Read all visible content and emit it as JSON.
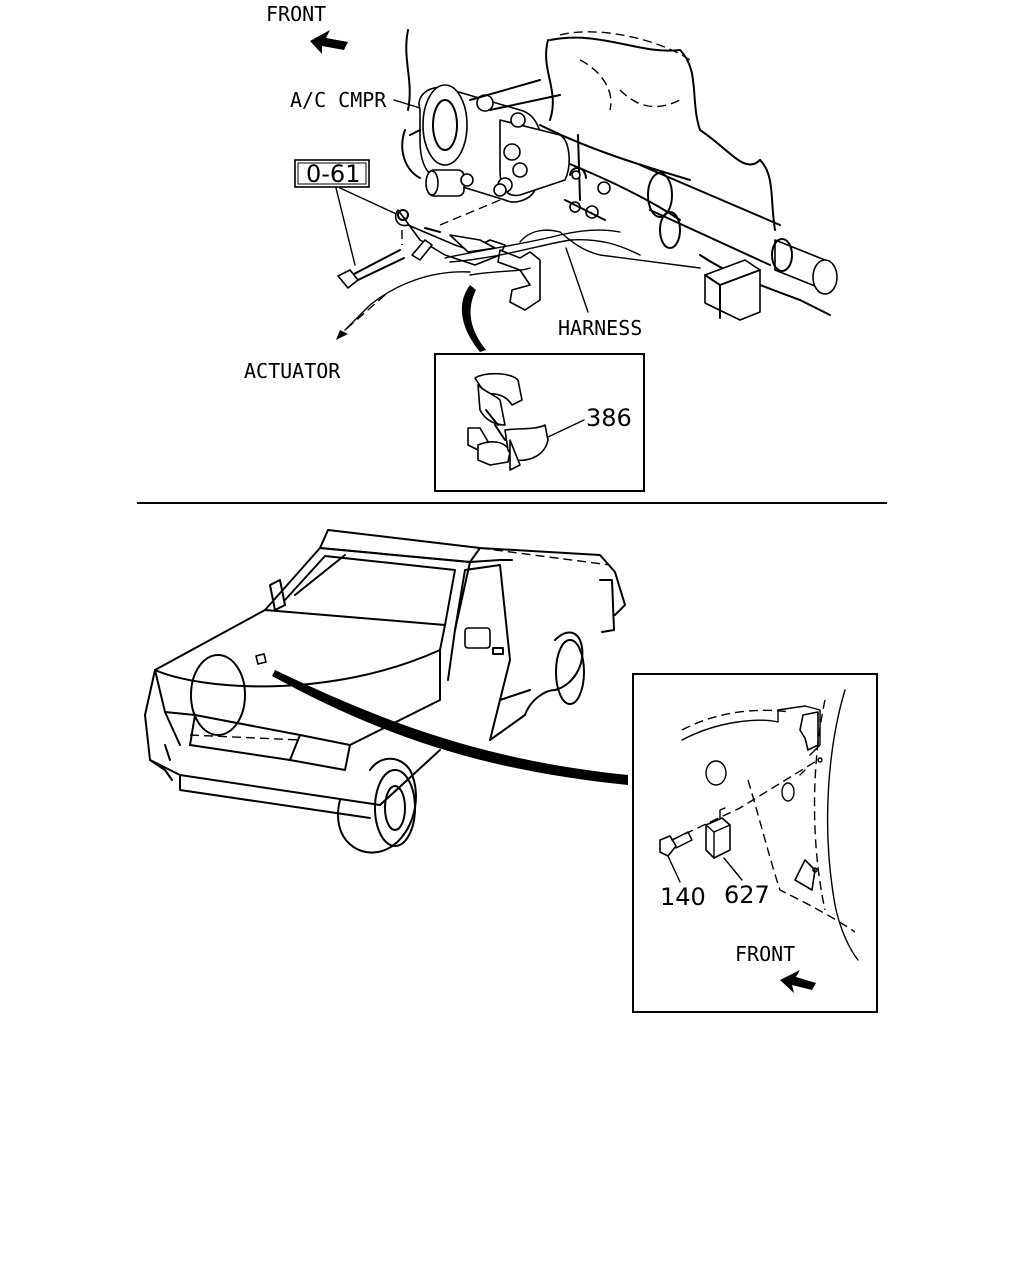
{
  "top_diagram": {
    "front_label": "FRONT",
    "ac_compressor_label": "A/C CMPR",
    "ref_box_label": "0-61",
    "harness_label": "HARNESS",
    "actuator_label": "ACTUATOR",
    "detail_part_number": "386",
    "front_arrow_icon": "front-arrow-icon"
  },
  "bottom_diagram": {
    "detail_front_label": "FRONT",
    "part_numbers": [
      "140",
      "627"
    ],
    "front_arrow_icon": "front-arrow-icon"
  }
}
